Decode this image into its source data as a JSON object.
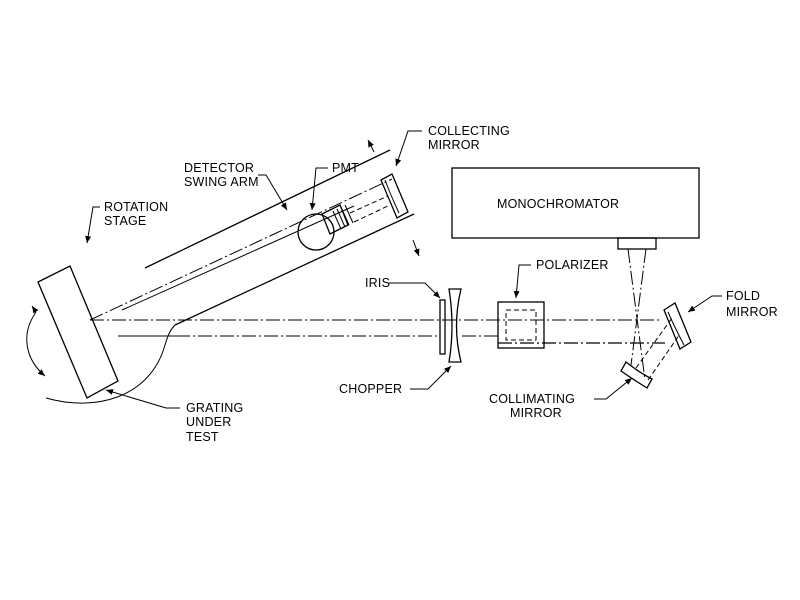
{
  "labels": {
    "collecting_mirror": [
      "COLLECTING",
      "MIRROR"
    ],
    "pmt": "PMT",
    "detector_swing_arm": [
      "DETECTOR",
      "SWING ARM"
    ],
    "rotation_stage": [
      "ROTATION",
      "STAGE"
    ],
    "monochromator": "MONOCHROMATOR",
    "polarizer": "POLARIZER",
    "iris": "IRIS",
    "fold_mirror": [
      "FOLD",
      "MIRROR"
    ],
    "chopper": "CHOPPER",
    "collimating_mirror": [
      "COLLIMATING",
      "MIRROR"
    ],
    "grating_under_test": [
      "GRATING",
      "UNDER",
      "TEST"
    ]
  }
}
